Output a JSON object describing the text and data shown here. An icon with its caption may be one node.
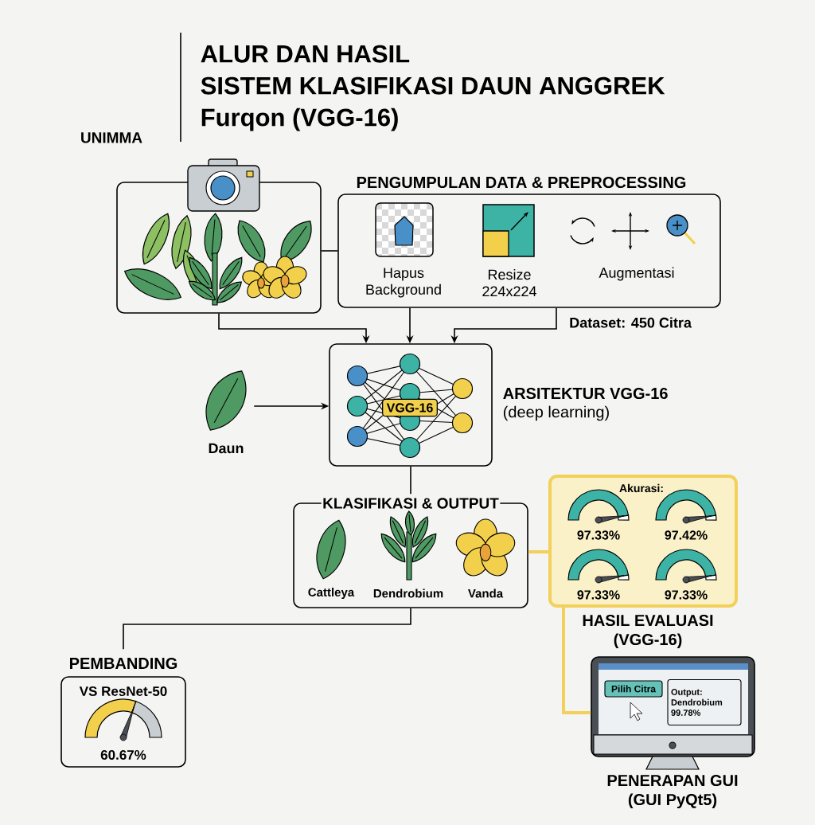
{
  "diagram": {
    "title": "ALUR DAN HASIL",
    "nodes": [
      {
        "text": [],
        "shape": "picture"
      },
      {
        "text": [
          "PENGUMPULAN DATA & PREPROCESSING"
        ]
      },
      {
        "text": [
          "Hapus Background"
        ],
        "in": 1
      },
      {
        "text": [
          "Resize 224x224"
        ],
        "in": 1
      },
      {
        "text": [
          "Augmentasi"
        ],
        "in": 1
      },
      {
        "text": [
          "Daun"
        ]
      },
      {
        "text": [
          "VGG-16"
        ],
        "beside": [
          "ARSITEKTUR VGG-16",
          "(deep learning)"
        ]
      },
      {
        "text": [
          "KLASIFIKASI & OUTPUT",
          "Cattleya",
          "Dendrobium",
          "Vanda"
        ]
      },
      {
        "text": [
          "Akurasi:",
          "97.33%",
          "97.42%",
          "97.33%",
          "97.33%"
        ],
        "beside": [
          "HASIL EVALUASI (VGG-16)"
        ]
      },
      {
        "text": [
          "PEMBANDING",
          "VS ResNet-50",
          "60.67%"
        ]
      },
      {
        "text": [
          "Pilih Citra",
          "Output: Dendrobium 99.78%"
        ],
        "beside": [
          "PENERAPAN GUI (GUI PyQt5)"
        ]
      }
    ],
    "edges": [
      {
        "from": 0,
        "to": 6,
        "arrow": "to"
      },
      {
        "from": 1,
        "to": 6,
        "arrow": "to"
      },
      {
        "from": 1,
        "to": 6,
        "arrow": "to",
        "label": "Dataset: 450 Citra"
      },
      {
        "from": 0,
        "to": 1,
        "arrow": "none"
      },
      {
        "from": 5,
        "to": 6,
        "arrow": "to"
      },
      {
        "from": 6,
        "to": 7,
        "arrow": "none"
      },
      {
        "from": 7,
        "to": 9,
        "arrow": "none"
      },
      {
        "from": 7,
        "to": 8,
        "arrow": "none",
        "style": "thick",
        "color": "#f2d05a"
      },
      {
        "from": 8,
        "to": 10,
        "arrow": "none",
        "style": "thick",
        "color": "#f2d05a"
      }
    ],
    "labels": [
      "SISTEM KLASIFIKASI DAUN ANGGREK",
      "Furqon (VGG-16)",
      "UNIMMA"
    ]
  }
}
